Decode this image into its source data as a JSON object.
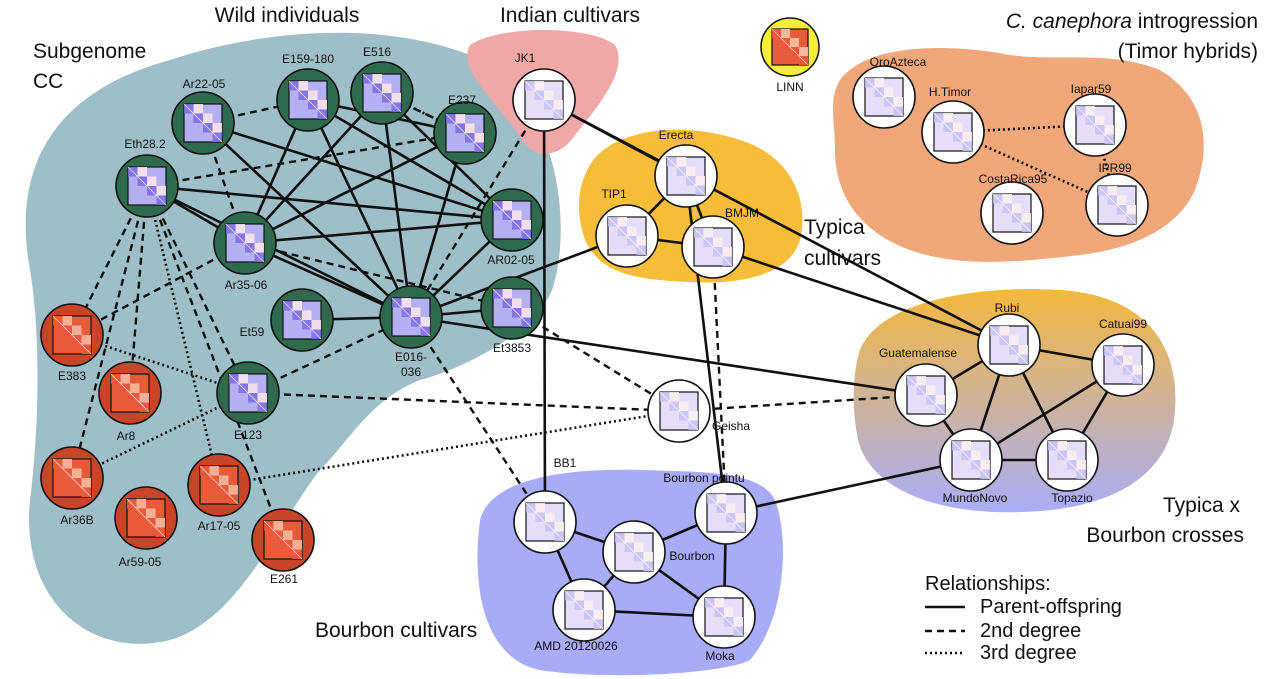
{
  "colors": {
    "wild_bg": "#9fbfc8",
    "indian_bg": "#f0a7a8",
    "typica_bg": "#f5bd3a",
    "timor_bg": "#f0a77a",
    "bourbon_bg": "#a8abf6",
    "crosses_top": "#f3b83e",
    "crosses_bottom": "#a9aef8",
    "wild_node": "#2f6a4f",
    "cc_node": "#c8452a",
    "linn_bg": "#f6ec3a",
    "heat_blue": "#7c6be6",
    "heat_red": "#e85a3a",
    "heat_pale": "#f7e6ea"
  },
  "groups": {
    "wild_title": "Wild individuals",
    "subgenome_line1": "Subgenome",
    "subgenome_line2": "CC",
    "indian_title": "Indian cultivars",
    "timor_title_italic": "C. canephora",
    "timor_title_rest": " introgression",
    "timor_title_line2": "(Timor hybrids)",
    "typica_line1": "Typica",
    "typica_line2": "cultivars",
    "crosses_line1": "Typica x",
    "crosses_line2": "Bourbon crosses",
    "bourbon_title": "Bourbon cultivars"
  },
  "nodes": {
    "E159": "E159-180",
    "E516": "E516",
    "Ar2205": "Ar22-05",
    "E237": "E237",
    "Eth282": "Eth28.2",
    "AR0205": "AR02-05",
    "Ar3506": "Ar35-06",
    "Et59": "Et59",
    "E016_l1": "E016-",
    "E016_l2": "036",
    "Et3853": "Et3853",
    "E383": "E383",
    "Ar8": "Ar8",
    "E123": "E123",
    "Ar36B": "Ar36B",
    "Ar1705": "Ar17-05",
    "Ar5905": "Ar59-05",
    "E261": "E261",
    "JK1": "JK1",
    "LINN": "LINN",
    "OroAzteca": "OroAzteca",
    "HTimor": "H.Timor",
    "Iapar59": "Iapar59",
    "IPR99": "IPR99",
    "CostaRica95": "CostaRica95",
    "Erecta": "Erecta",
    "TIP1": "TIP1",
    "BMJM": "BMJM",
    "Rubi": "Rubi",
    "Catuai99": "Catuai99",
    "Guatemalense": "Guatemalense",
    "Geisha": "Geisha",
    "MundoNovo": "MundoNovo",
    "Topazio": "Topazio",
    "BB1": "BB1",
    "BourbonPointu": "Bourbon pointu",
    "Bourbon": "Bourbon",
    "AMD": "AMD 20120026",
    "Moka": "Moka"
  },
  "legend": {
    "title": "Relationships:",
    "solid": "Parent-offspring",
    "dashed": "2nd degree",
    "dotted": "3rd degree"
  },
  "edges": {
    "solid": [
      [
        "Eth282",
        "E016"
      ],
      [
        "Eth282",
        "AR0205"
      ],
      [
        "Eth282",
        "Ar3506"
      ],
      [
        "E159",
        "Ar3506"
      ],
      [
        "E159",
        "E016"
      ],
      [
        "E159",
        "AR0205"
      ],
      [
        "E159",
        "E237"
      ],
      [
        "E516",
        "Ar3506"
      ],
      [
        "E516",
        "E016"
      ],
      [
        "E516",
        "AR0205"
      ],
      [
        "Ar2205",
        "E016"
      ],
      [
        "Ar2205",
        "AR0205"
      ],
      [
        "E237",
        "Ar3506"
      ],
      [
        "E237",
        "E016"
      ],
      [
        "Ar3506",
        "E016"
      ],
      [
        "Ar3506",
        "AR0205"
      ],
      [
        "Et59",
        "E016"
      ],
      [
        "E016",
        "AR0205"
      ],
      [
        "E016",
        "Et3853"
      ],
      [
        "E016",
        "TIP1"
      ],
      [
        "E016",
        "Guatemalense"
      ],
      [
        "JK1",
        "Erecta"
      ],
      [
        "JK1",
        "Rubi"
      ],
      [
        "JK1",
        "BB1"
      ],
      [
        "Erecta",
        "TIP1"
      ],
      [
        "Erecta",
        "BMJM"
      ],
      [
        "TIP1",
        "BMJM"
      ],
      [
        "BMJM",
        "Rubi"
      ],
      [
        "Erecta",
        "BourbonPointu"
      ],
      [
        "Guatemalense",
        "Rubi"
      ],
      [
        "Guatemalense",
        "MundoNovo"
      ],
      [
        "Rubi",
        "Catuai99"
      ],
      [
        "Rubi",
        "MundoNovo"
      ],
      [
        "Rubi",
        "Topazio"
      ],
      [
        "Catuai99",
        "MundoNovo"
      ],
      [
        "Catuai99",
        "Topazio"
      ],
      [
        "MundoNovo",
        "Topazio"
      ],
      [
        "BB1",
        "Bourbon"
      ],
      [
        "BB1",
        "AMD"
      ],
      [
        "Bourbon",
        "BourbonPointu"
      ],
      [
        "Bourbon",
        "AMD"
      ],
      [
        "Bourbon",
        "Moka"
      ],
      [
        "AMD",
        "Moka"
      ],
      [
        "BourbonPointu",
        "Moka"
      ],
      [
        "BourbonPointu",
        "MundoNovo"
      ]
    ],
    "dashed": [
      [
        "Ar2205",
        "E159"
      ],
      [
        "Ar2205",
        "Ar3506"
      ],
      [
        "Eth282",
        "E237"
      ],
      [
        "Eth282",
        "E383"
      ],
      [
        "Eth282",
        "Ar8"
      ],
      [
        "Eth282",
        "Ar36B"
      ],
      [
        "Eth282",
        "E123"
      ],
      [
        "Ar3506",
        "Et3853"
      ],
      [
        "Ar3506",
        "E383"
      ],
      [
        "E123",
        "E016"
      ],
      [
        "E123",
        "Geisha"
      ],
      [
        "JK1",
        "E016"
      ],
      [
        "E237",
        "E016"
      ],
      [
        "E016",
        "BB1"
      ],
      [
        "Et3853",
        "Geisha"
      ],
      [
        "Geisha",
        "Guatemalense"
      ],
      [
        "BMJM",
        "BourbonPointu"
      ],
      [
        "E261",
        "Eth282"
      ],
      [
        "E516",
        "E237"
      ]
    ],
    "dotted": [
      [
        "E516",
        "E237"
      ],
      [
        "E383",
        "E123"
      ],
      [
        "E123",
        "Ar36B"
      ],
      [
        "Ar1705",
        "Geisha"
      ],
      [
        "Eth282",
        "Ar1705"
      ],
      [
        "HTimor",
        "Iapar59"
      ],
      [
        "HTimor",
        "IPR99"
      ],
      [
        "Iapar59",
        "IPR99"
      ]
    ]
  }
}
